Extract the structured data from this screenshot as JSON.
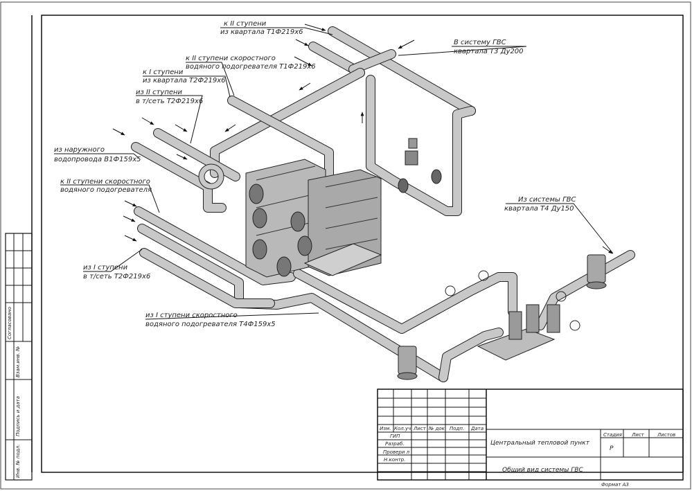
{
  "labels": {
    "l1": [
      "к II ступени",
      "из квартала  Т1Ф219х6"
    ],
    "l2": [
      "к II ступени скоростного",
      "водяного подогревателя  Т1Ф219х6"
    ],
    "l3": [
      "к I ступени",
      "из квартала  Т2Ф219х6"
    ],
    "l4": [
      "из II ступени",
      "в т/сеть  Т2Ф219х6"
    ],
    "l5": [
      "из наружного",
      "водопровода  В1Ф159х5"
    ],
    "l6": [
      "к II ступени скоростного",
      "водяного подогревателя"
    ],
    "l7": [
      "из I ступени",
      "в т/сеть  Т2Ф219х6"
    ],
    "l8": [
      "из I ступени скоростного",
      "водяного подогревателя  Т4Ф159х5"
    ],
    "r1": [
      "В систему ГВС",
      "квартала Т3 Ду200"
    ],
    "r2": [
      "Из системы ГВС",
      "квартала Т4 Ду150"
    ]
  },
  "side_stamp": [
    "Согласовано",
    "Взам.инв. №",
    "Подпись и дата",
    "Инв. № подл."
  ],
  "title_block": {
    "cols": [
      "Изм.",
      "Кол.уч.",
      "Лист",
      "№ док.",
      "Подп.",
      "Дата"
    ],
    "roles": [
      "ГИП",
      "Разраб.",
      "Провери л",
      "Н.контр."
    ],
    "title": "Центральный тепловой пункт",
    "subtitle": "Общий вид системы ГВС",
    "stage_h": "Стадия",
    "sheet_h": "Лист",
    "sheets_h": "Листов",
    "stage": "Р",
    "format": "Формат А3"
  }
}
